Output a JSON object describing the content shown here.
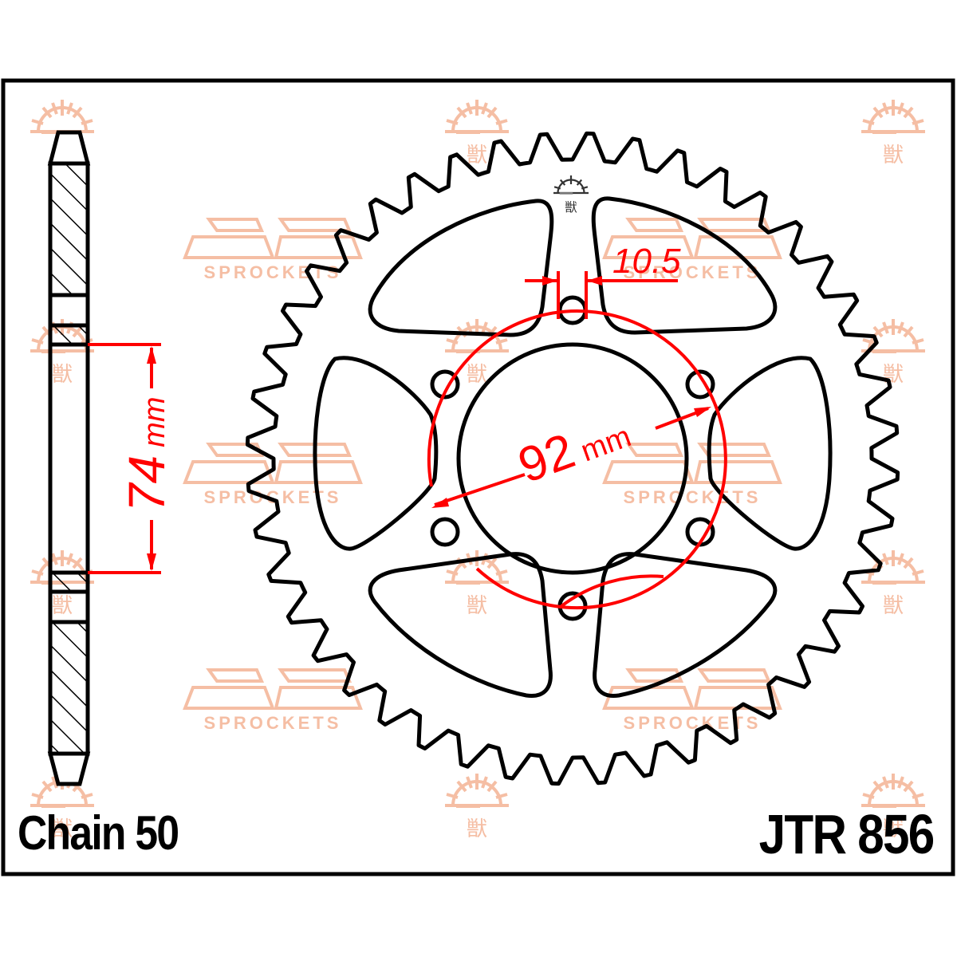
{
  "drawing": {
    "chain_label": "Chain 50",
    "part_number": "JTR 856",
    "dims": {
      "bolt_circle": "92",
      "bolt_circle_unit": "mm",
      "center_bore": "74",
      "center_bore_unit": "mm",
      "bolt_hole": "10.5"
    },
    "watermark_text": "SPROCKETS",
    "watermark_char": "獣",
    "colors": {
      "outline": "#000000",
      "dimension": "#ff0000",
      "watermark": "#f4b79a"
    },
    "sprocket": {
      "teeth": 44,
      "bolt_holes": 6
    }
  }
}
